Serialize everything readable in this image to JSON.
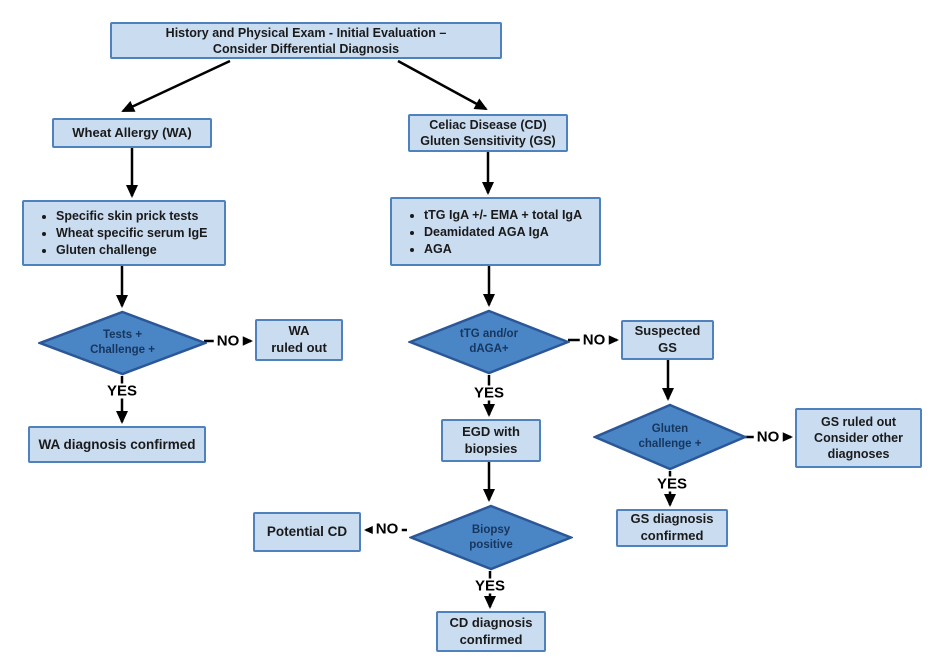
{
  "colors": {
    "box_fill": "#cadcf0",
    "box_border": "#4f81bd",
    "diamond_fill": "#4a85c6",
    "diamond_border": "#2b5797",
    "diamond_text": "#17365d",
    "box_text": "#1a1a1a",
    "arrow": "#000000"
  },
  "nodes": {
    "start": {
      "line1": "History and Physical Exam  - Initial Evaluation –",
      "line2": "Consider Differential Diagnosis"
    },
    "wa_branch": {
      "line1": "Wheat Allergy (WA)"
    },
    "cd_branch": {
      "line1": "Celiac Disease  (CD)",
      "line2": "Gluten Sensitivity (GS)"
    },
    "wa_tests": {
      "bullets": [
        "Specific skin prick tests",
        "Wheat specific serum IgE",
        "Gluten challenge"
      ]
    },
    "cd_tests": {
      "bullets": [
        "tTG IgA +/- EMA + total IgA",
        "Deamidated AGA IgA",
        "AGA"
      ]
    },
    "wa_decision": {
      "line1": "Tests +",
      "line2": "Challenge +"
    },
    "wa_ruled_out": {
      "line1": "WA",
      "line2": "ruled out"
    },
    "wa_confirmed": {
      "line1": "WA diagnosis confirmed"
    },
    "cd_decision": {
      "line1": "tTG and/or",
      "line2": "dAGA+"
    },
    "suspected_gs": {
      "line1": "Suspected",
      "line2": "GS"
    },
    "egd": {
      "line1": "EGD with",
      "line2": "biopsies"
    },
    "gluten_decision": {
      "line1": "Gluten",
      "line2": "challenge +"
    },
    "gs_ruled_out": {
      "line1": "GS ruled out",
      "line2": "Consider other",
      "line3": "diagnoses"
    },
    "gs_confirmed": {
      "line1": "GS diagnosis",
      "line2": "confirmed"
    },
    "biopsy_decision": {
      "line1": "Biopsy",
      "line2": "positive"
    },
    "potential_cd": {
      "line1": "Potential CD"
    },
    "cd_confirmed": {
      "line1": "CD diagnosis",
      "line2": "confirmed"
    }
  },
  "edge_labels": {
    "wa_no": "NO",
    "wa_yes": "YES",
    "cd_no": "NO",
    "cd_yes": "YES",
    "gluten_no": "NO",
    "gluten_yes": "YES",
    "biopsy_no": "NO",
    "biopsy_yes": "YES"
  }
}
